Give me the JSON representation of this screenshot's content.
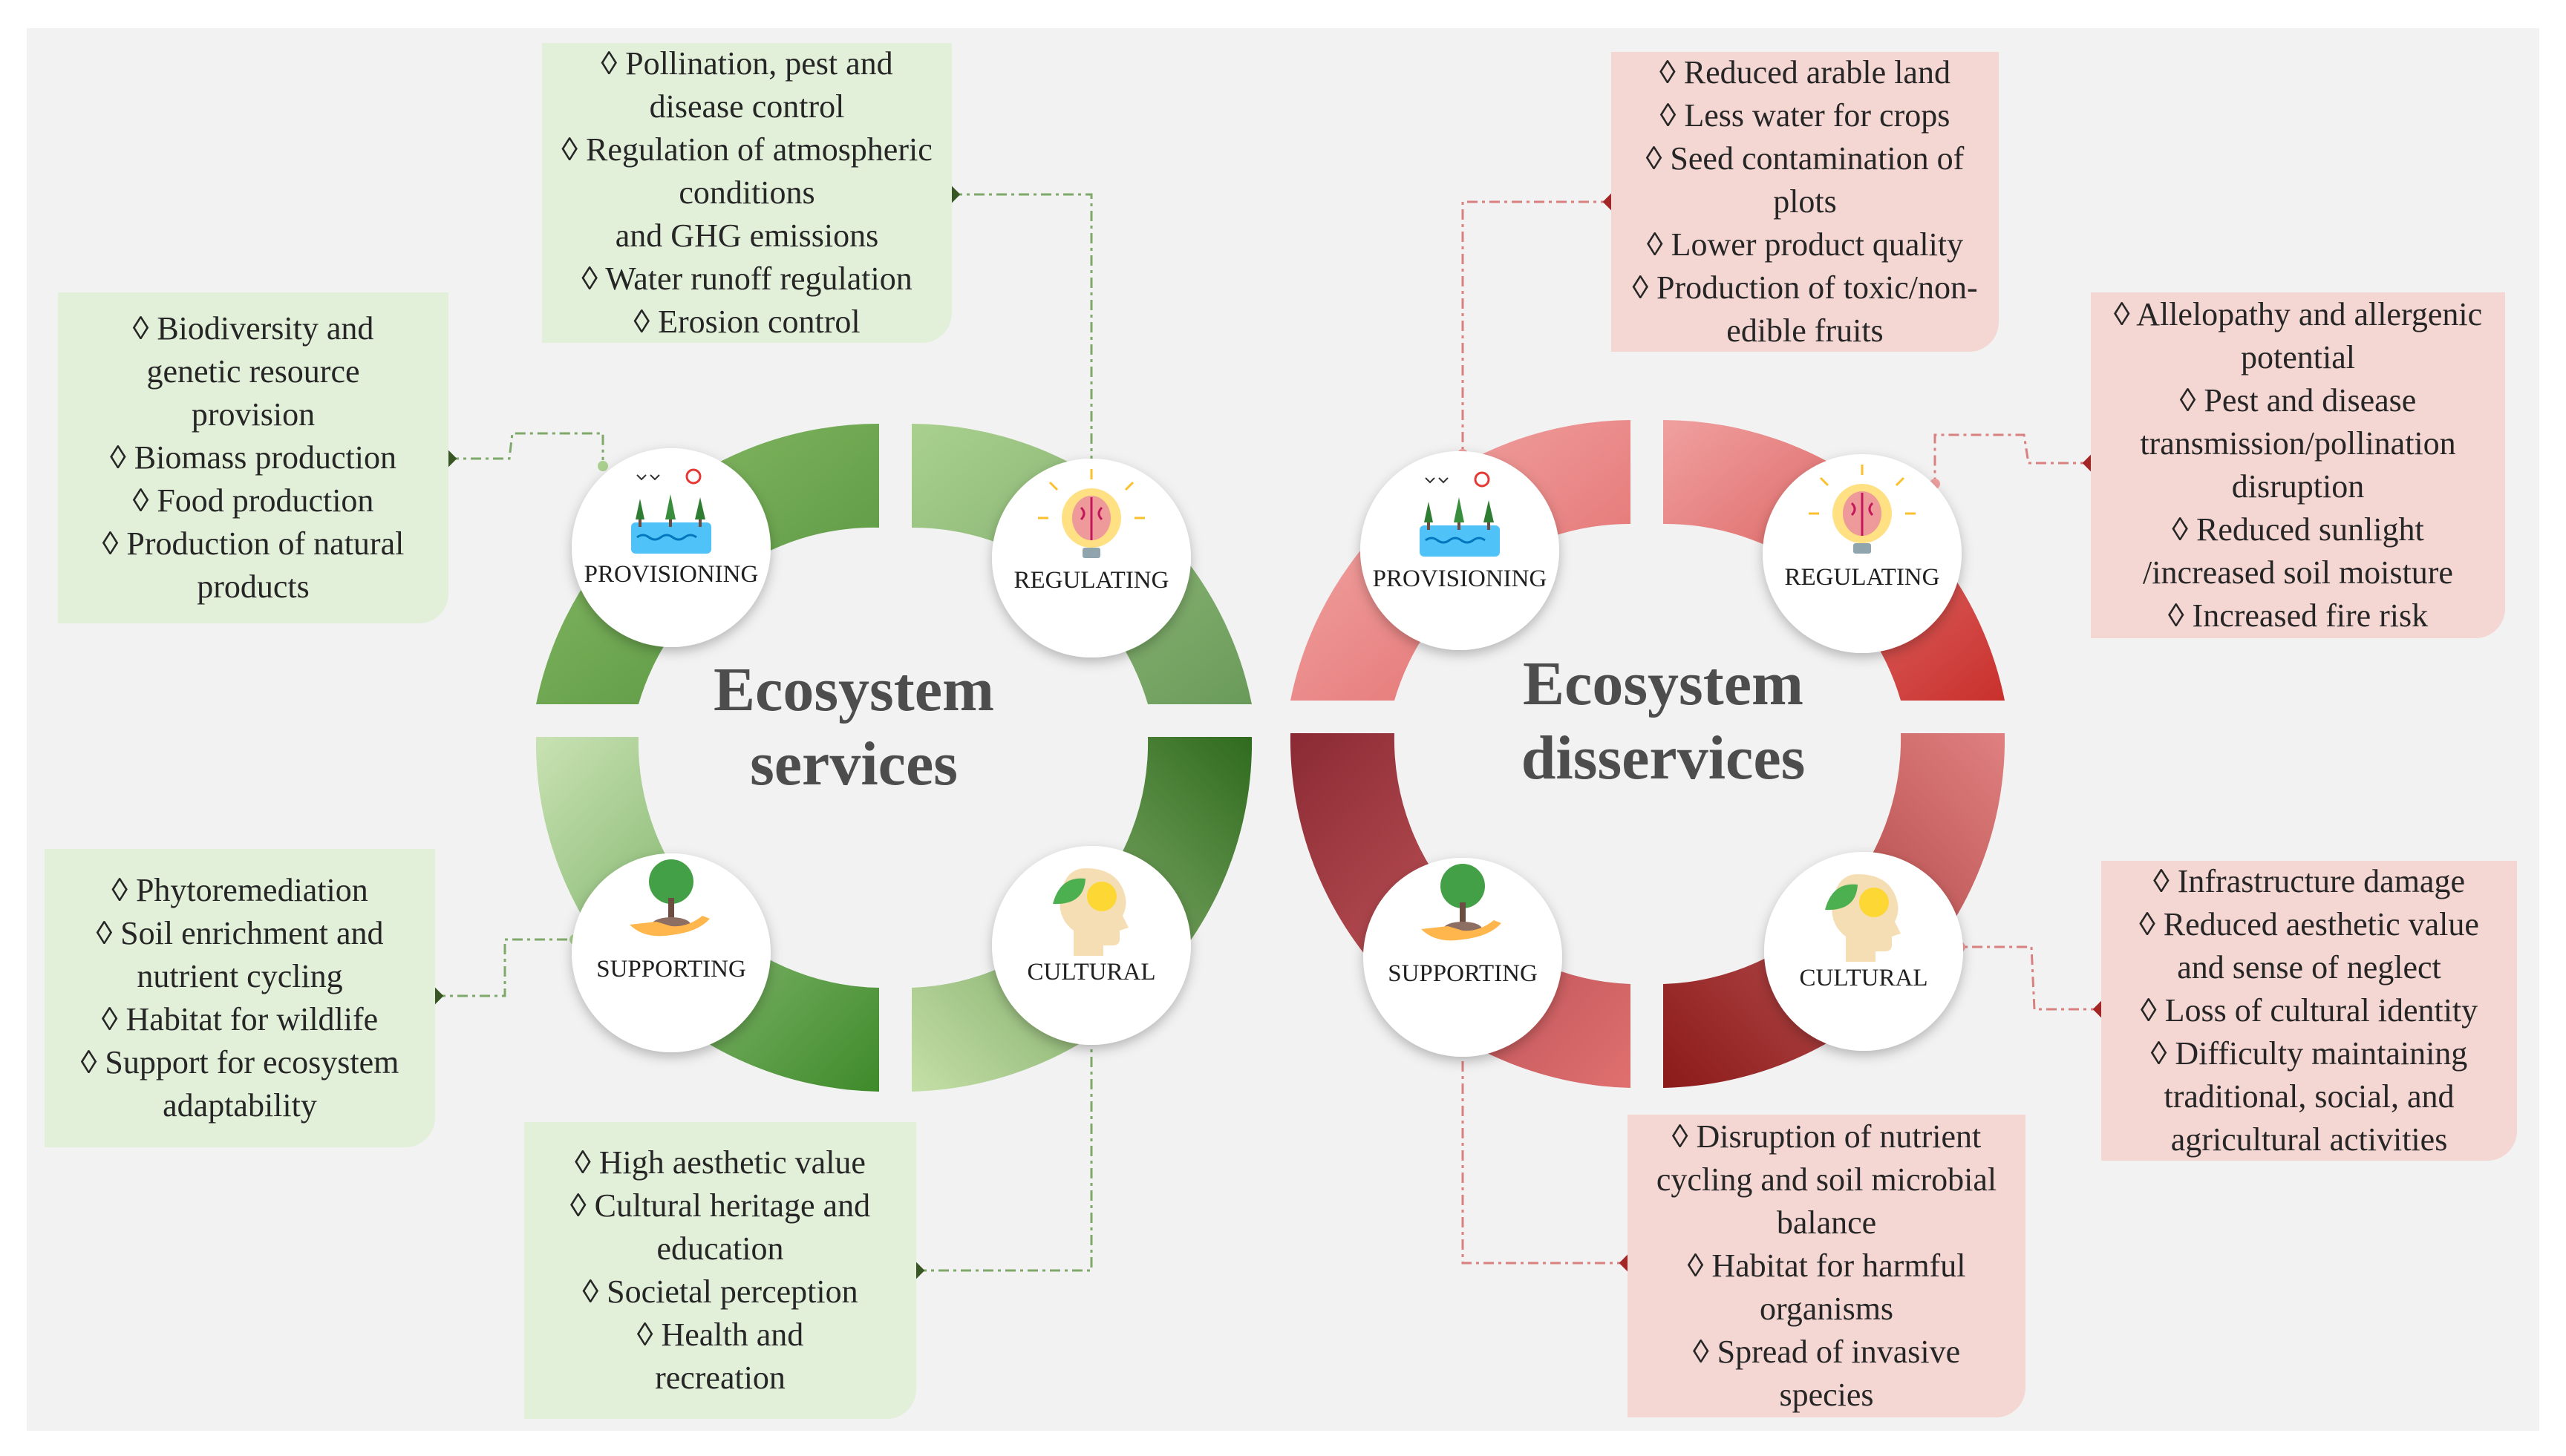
{
  "services": {
    "title_line1": "Ecosystem",
    "title_line2": "services",
    "labels": {
      "provisioning": "PROVISIONING",
      "regulating": "REGULATING",
      "supporting": "SUPPORTING",
      "cultural": "CULTURAL"
    },
    "provisioning_items": [
      "◊ Biodiversity  and",
      "genetic resource",
      "provision",
      "◊ Biomass production",
      "◊ Food production",
      "◊ Production of natural",
      "products"
    ],
    "regulating_items": [
      "◊ Pollination,  pest and",
      "disease control",
      "◊ Regulation  of atmospheric",
      "conditions",
      "and GHG emissions",
      "◊ Water runoff regulation",
      "◊ Erosion control"
    ],
    "supporting_items": [
      "◊ Phytoremediation",
      "◊ Soil enrichment and",
      "nutrient cycling",
      "◊ Habitat  for wildlife",
      "◊ Support for ecosystem",
      "adaptability"
    ],
    "cultural_items": [
      "◊ High aesthetic value",
      "◊ Cultural heritage and",
      "education",
      "◊ Societal perception",
      "◊ Health and",
      "recreation"
    ]
  },
  "disservices": {
    "title_line1": "Ecosystem",
    "title_line2": "disservices",
    "labels": {
      "provisioning": "PROVISIONING",
      "regulating": "REGULATING",
      "supporting": "SUPPORTING",
      "cultural": "CULTURAL"
    },
    "provisioning_items": [
      "◊ Reduced arable land",
      "◊ Less water for crops",
      "◊ Seed contamination of",
      "plots",
      "◊ Lower product quality",
      "◊ Production of toxic/non-",
      "edible fruits"
    ],
    "regulating_items": [
      "◊ Allelopathy  and allergenic",
      "potential",
      "◊ Pest and disease",
      "transmission/pollination",
      "disruption",
      "◊ Reduced sunlight",
      "/increased soil moisture",
      "◊ Increased fire risk"
    ],
    "supporting_items": [
      "◊ Disruption  of nutrient",
      "cycling and soil microbial",
      "balance",
      "◊ Habitat for harmful",
      "organisms",
      "◊ Spread of invasive",
      "species"
    ],
    "cultural_items": [
      "◊ Infrastructure damage",
      "◊ Reduced aesthetic value",
      "and sense of neglect",
      "◊ Loss of cultural identity",
      "◊ Difficulty  maintaining",
      "traditional,  social, and",
      "agricultural activities"
    ]
  },
  "colors": {
    "background": "#f2f2f2",
    "green_box": "#e2efd9",
    "red_box": "#f4d6d2",
    "green_connector": "#375623",
    "red_connector": "#a32626"
  },
  "icons": [
    "landscape-icon",
    "brain-lightbulb-icon",
    "seedling-hand-icon",
    "head-leaf-icon"
  ]
}
